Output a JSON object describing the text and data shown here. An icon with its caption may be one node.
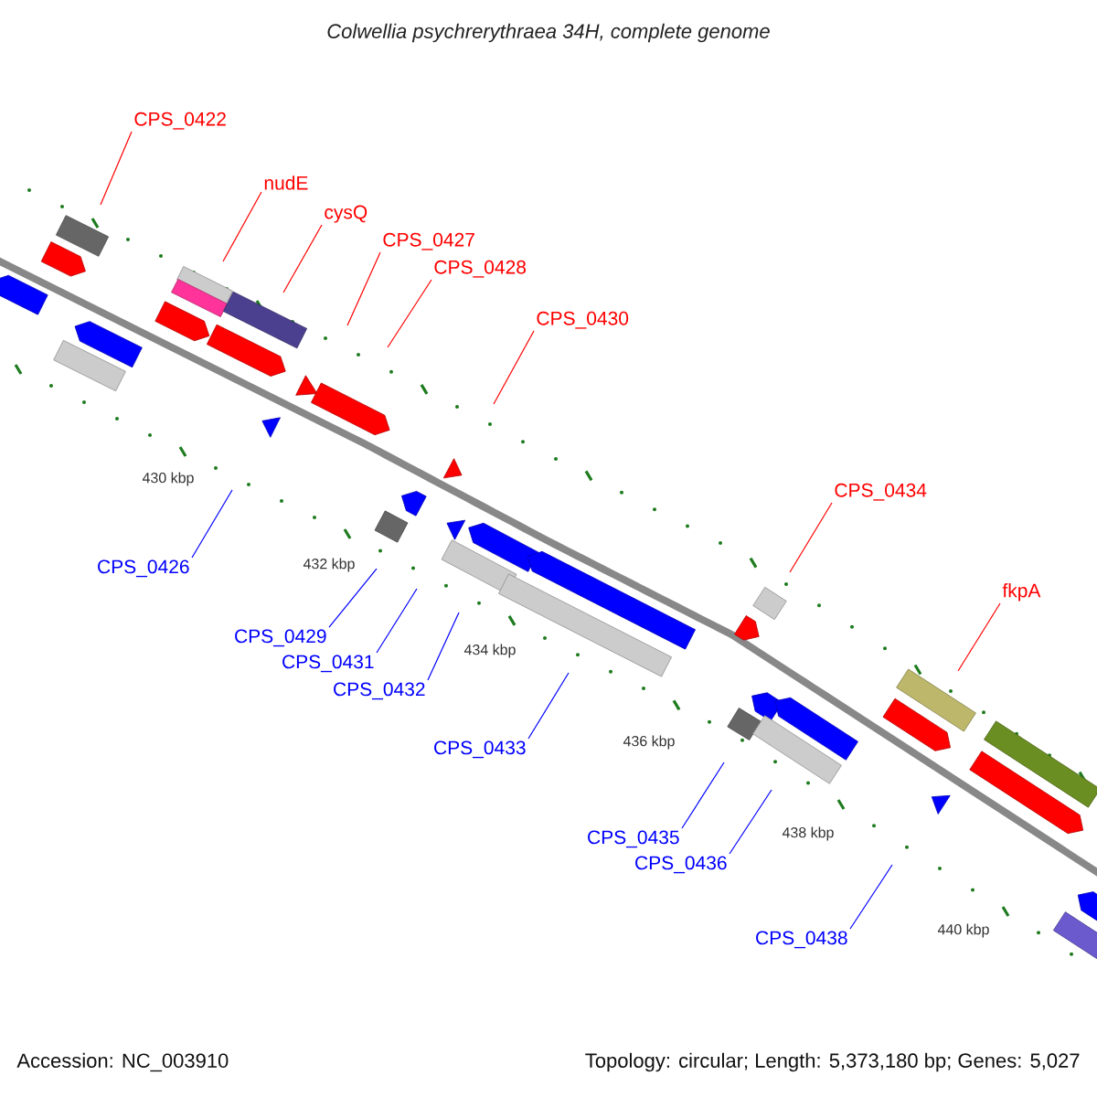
{
  "diagram": {
    "title": "Colwellia psychrerythraea 34H, complete genome",
    "nodes": [
      {
        "text": [
          "CPS_0422"
        ]
      },
      {
        "text": [
          "nudE"
        ]
      },
      {
        "text": [
          "cysQ"
        ]
      },
      {
        "text": [
          "CPS_0427"
        ]
      },
      {
        "text": [
          "CPS_0428"
        ]
      },
      {
        "text": [
          "CPS_0430"
        ]
      },
      {
        "text": [
          "CPS_0434"
        ]
      },
      {
        "text": [
          "CPS_0426"
        ]
      },
      {
        "text": [
          "fkpA"
        ]
      },
      {
        "text": [
          "CPS_0429"
        ]
      },
      {
        "text": [
          "CPS_0431"
        ]
      },
      {
        "text": [
          "CPS_0432"
        ]
      },
      {
        "text": [
          "CPS_0433"
        ]
      },
      {
        "text": [
          "CPS_0435"
        ]
      },
      {
        "text": [
          "CPS_0436"
        ]
      },
      {
        "text": [
          "CPS_0438"
        ]
      }
    ],
    "edges": [
      {
        "from": 0,
        "to": null,
        "arrow": "none"
      },
      {
        "from": 1,
        "to": null,
        "arrow": "none"
      },
      {
        "from": 2,
        "to": null,
        "arrow": "none"
      },
      {
        "from": 3,
        "to": null,
        "arrow": "none"
      },
      {
        "from": 4,
        "to": null,
        "arrow": "none"
      },
      {
        "from": 5,
        "to": null,
        "arrow": "none"
      },
      {
        "from": 6,
        "to": null,
        "arrow": "none"
      },
      {
        "from": 7,
        "to": null,
        "arrow": "none",
        "color": "#0000ff"
      },
      {
        "from": 8,
        "to": null,
        "arrow": "none"
      },
      {
        "from": 9,
        "to": null,
        "arrow": "none",
        "color": "#0000ff"
      },
      {
        "from": 10,
        "to": null,
        "arrow": "none",
        "color": "#0000ff"
      },
      {
        "from": 11,
        "to": null,
        "arrow": "none",
        "color": "#0000ff"
      },
      {
        "from": 12,
        "to": null,
        "arrow": "none",
        "color": "#0000ff"
      },
      {
        "from": 13,
        "to": null,
        "arrow": "none",
        "color": "#0000ff"
      },
      {
        "from": 14,
        "to": null,
        "arrow": "none",
        "color": "#0000ff"
      },
      {
        "from": 15,
        "to": null,
        "arrow": "none",
        "color": "#0000ff"
      }
    ],
    "labels": [
      "430 kbp",
      "432 kbp",
      "434 kbp",
      "436 kbp",
      "438 kbp",
      "440 kbp",
      "Accession: NC_003910",
      "Topology: circular; Length: 5,373,180 bp; Genes: 5,027"
    ]
  }
}
